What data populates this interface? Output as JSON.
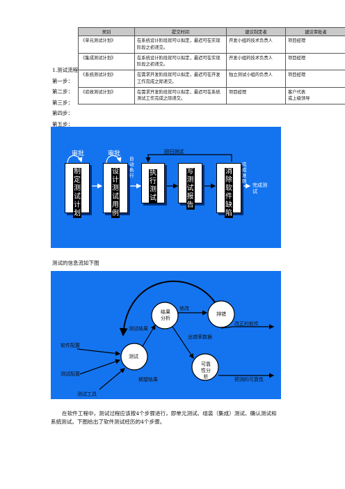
{
  "table": {
    "headers": [
      "类别",
      "提交时间",
      "建议制定者",
      "建议审批者"
    ],
    "rows": [
      [
        "《单元测试计划》",
        "在系统设计阶段就可以拟定，最迟可在实现阶段之初递交。",
        "开发小组的技术负责人",
        "项目经理"
      ],
      [
        "《集成测试计划》",
        "在系统设计阶段就可以拟定，最迟可在实现阶段之初递交。",
        "开发小组的技术负责人",
        "项目经理"
      ],
      [
        "《系统测试计划》",
        "在需求开发阶段就可以拟定，最迟可在开发工作完成之际递交。",
        "独立测试小组的负责人",
        "项目经理"
      ],
      [
        "《验收测试计划》",
        "在需求开发阶段就可以拟定，最迟可在系统测试工作完成之际递交。",
        "项目经理",
        "客户代表\n或上级领导"
      ]
    ]
  },
  "left_text": {
    "heading": "1.测试流程",
    "steps": [
      "第一步：",
      "第二步：",
      "第三步：",
      "第四步：",
      "第五步："
    ]
  },
  "flow": {
    "approve1": "审批",
    "approve2": "审批",
    "boxes": [
      "制定测试计划",
      "设计测试用例",
      "执行测试",
      "写测试报告",
      "消除软件缺陷"
    ],
    "auto_execute": "自动执行",
    "regression": "回归测试",
    "release_standard": "完成准则",
    "finish": "完成测试"
  },
  "caption_info": "测试的信息流如下图",
  "info": {
    "test": "测试",
    "evaluate": "结果分析",
    "debug": "排错",
    "reliability": "可靠性分析",
    "software_config": "软件配置",
    "test_config": "测试配置",
    "test_tools": "测试工具",
    "test_results": "测试结果",
    "expected_results": "期望结果",
    "errors": "出错率数据",
    "corrections": "修改",
    "corrected_software": "改正的软件",
    "predicted_reliability": "预测的可靠性"
  },
  "paragraph": "在软件工程中，测试过程应该按4个步骤进行，即单元测试、组装（集成）测试、确认测试和系统测试。下图给出了软件测试经历的4个步骤。"
}
